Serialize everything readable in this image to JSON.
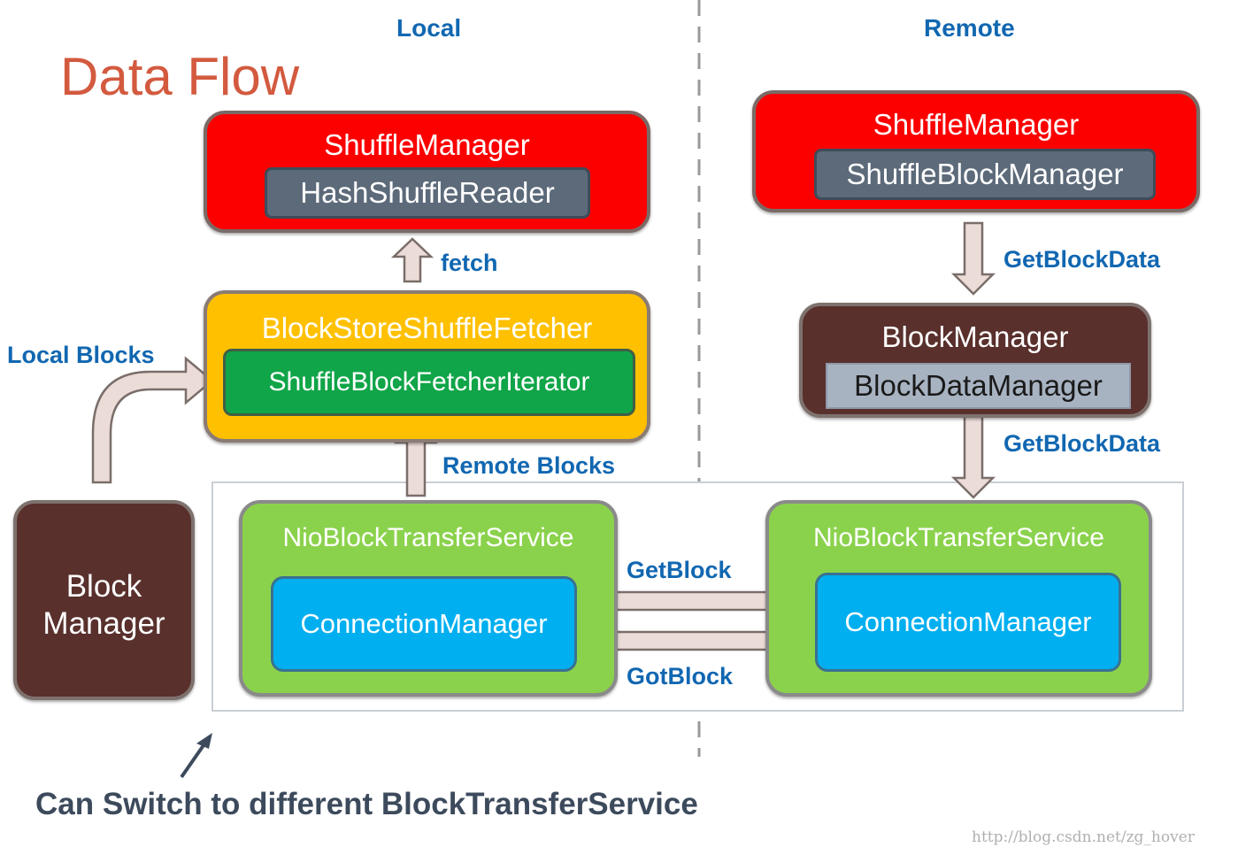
{
  "title": "Data Flow",
  "columns": {
    "local": "Local",
    "remote": "Remote"
  },
  "local": {
    "shuffle_manager": {
      "label": "ShuffleManager",
      "inner": "HashShuffleReader"
    },
    "fetch_label": "fetch",
    "fetcher": {
      "label": "BlockStoreShuffleFetcher",
      "inner": "ShuffleBlockFetcherIterator"
    },
    "local_blocks_label": "Local Blocks",
    "remote_blocks_label": "Remote Blocks",
    "block_manager": {
      "line1": "Block",
      "line2": "Manager"
    },
    "transfer_service": {
      "label": "NioBlockTransferService",
      "inner": "ConnectionManager"
    }
  },
  "remote": {
    "shuffle_manager": {
      "label": "ShuffleManager",
      "inner": "ShuffleBlockManager"
    },
    "get_block_data_1": "GetBlockData",
    "block_manager": {
      "label": "BlockManager",
      "inner": "BlockDataManager"
    },
    "get_block_data_2": "GetBlockData",
    "transfer_service": {
      "label": "NioBlockTransferService",
      "inner": "ConnectionManager"
    }
  },
  "exchange": {
    "get_block": "GetBlock",
    "got_block": "GotBlock"
  },
  "footer": "Can Switch to different BlockTransferService",
  "watermark": "http://blog.csdn.net/zg_hover",
  "colors": {
    "label_blue": "#1167b1",
    "title_orange": "#d35a3f",
    "shuffle_red": "#fc0000",
    "fetcher_orange": "#ffc000",
    "block_manager_brown": "#59302c",
    "transfer_green": "#8bd24c",
    "connection_cyan": "#00aff0",
    "iterator_green": "#10a548",
    "reader_slate": "#5c6a7a",
    "arrow_fill": "#ecdcd8"
  }
}
